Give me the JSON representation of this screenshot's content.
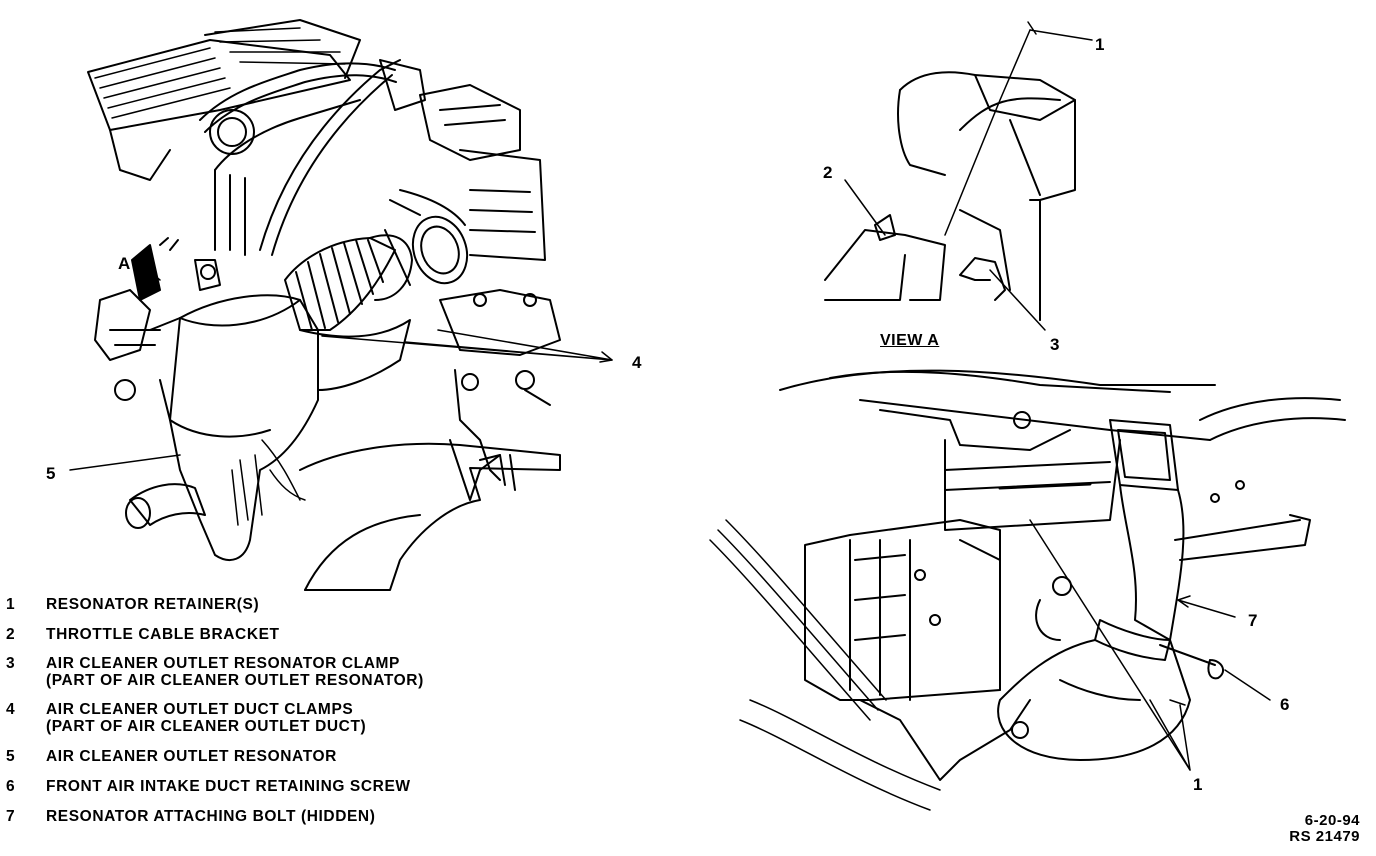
{
  "figure": {
    "view_label": "VIEW A",
    "date_stamp": "6-20-94",
    "ref_stamp": "RS 21479"
  },
  "callouts": {
    "left_4": "4",
    "left_5": "5",
    "left_A": "A",
    "viewa_1": "1",
    "viewa_2": "2",
    "viewa_3": "3",
    "right_7": "7",
    "right_6": "6",
    "right_1": "1"
  },
  "legend": [
    {
      "num": "1",
      "lines": [
        "RESONATOR RETAINER(S)"
      ]
    },
    {
      "num": "2",
      "lines": [
        "THROTTLE CABLE BRACKET"
      ]
    },
    {
      "num": "3",
      "lines": [
        "AIR CLEANER OUTLET RESONATOR CLAMP",
        "(PART OF AIR CLEANER OUTLET RESONATOR)"
      ]
    },
    {
      "num": "4",
      "lines": [
        "AIR CLEANER OUTLET DUCT CLAMPS",
        "(PART OF AIR CLEANER OUTLET DUCT)"
      ]
    },
    {
      "num": "5",
      "lines": [
        "AIR CLEANER OUTLET RESONATOR"
      ]
    },
    {
      "num": "6",
      "lines": [
        "FRONT AIR INTAKE DUCT RETAINING SCREW"
      ]
    },
    {
      "num": "7",
      "lines": [
        "RESONATOR ATTACHING BOLT (HIDDEN)"
      ]
    }
  ]
}
